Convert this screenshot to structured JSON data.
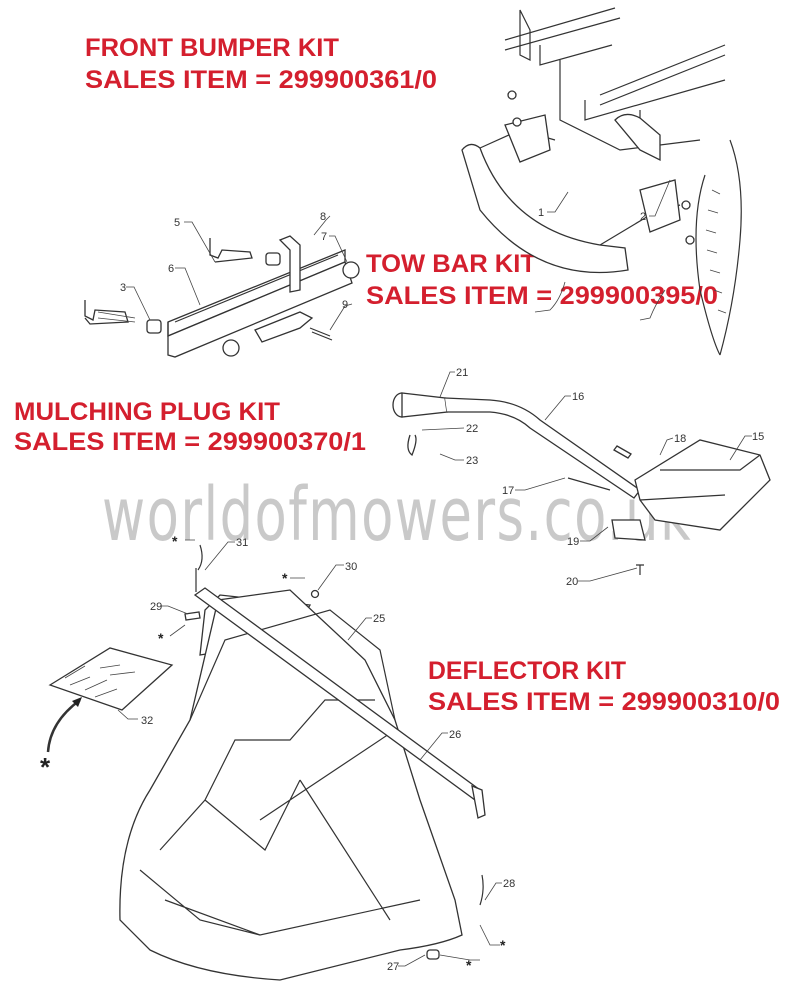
{
  "watermark": "worldofmowers.co.uk",
  "kits": {
    "front_bumper": {
      "title": "FRONT BUMPER KIT",
      "sales_item": "SALES ITEM = 299900361/0"
    },
    "tow_bar": {
      "title": "TOW BAR KIT",
      "sales_item": "SALES ITEM = 299900395/0"
    },
    "mulching_plug": {
      "title": "MULCHING PLUG KIT",
      "sales_item": "SALES ITEM = 299900370/1"
    },
    "deflector": {
      "title": "DEFLECTOR KIT",
      "sales_item": "SALES ITEM = 299900310/0"
    }
  },
  "callouts": {
    "p1": "1",
    "p2": "2",
    "p3": "3",
    "p5": "5",
    "p6": "6",
    "p7": "7",
    "p8": "8",
    "p9": "9",
    "p15": "15",
    "p16": "16",
    "p17": "17",
    "p18": "18",
    "p19": "19",
    "p20": "20",
    "p21": "21",
    "p22": "22",
    "p23": "23",
    "p25": "25",
    "p26": "26",
    "p27": "27",
    "p28": "28",
    "p29": "29",
    "p30": "30",
    "p31": "31",
    "p32": "32"
  },
  "star_symbol": "*"
}
